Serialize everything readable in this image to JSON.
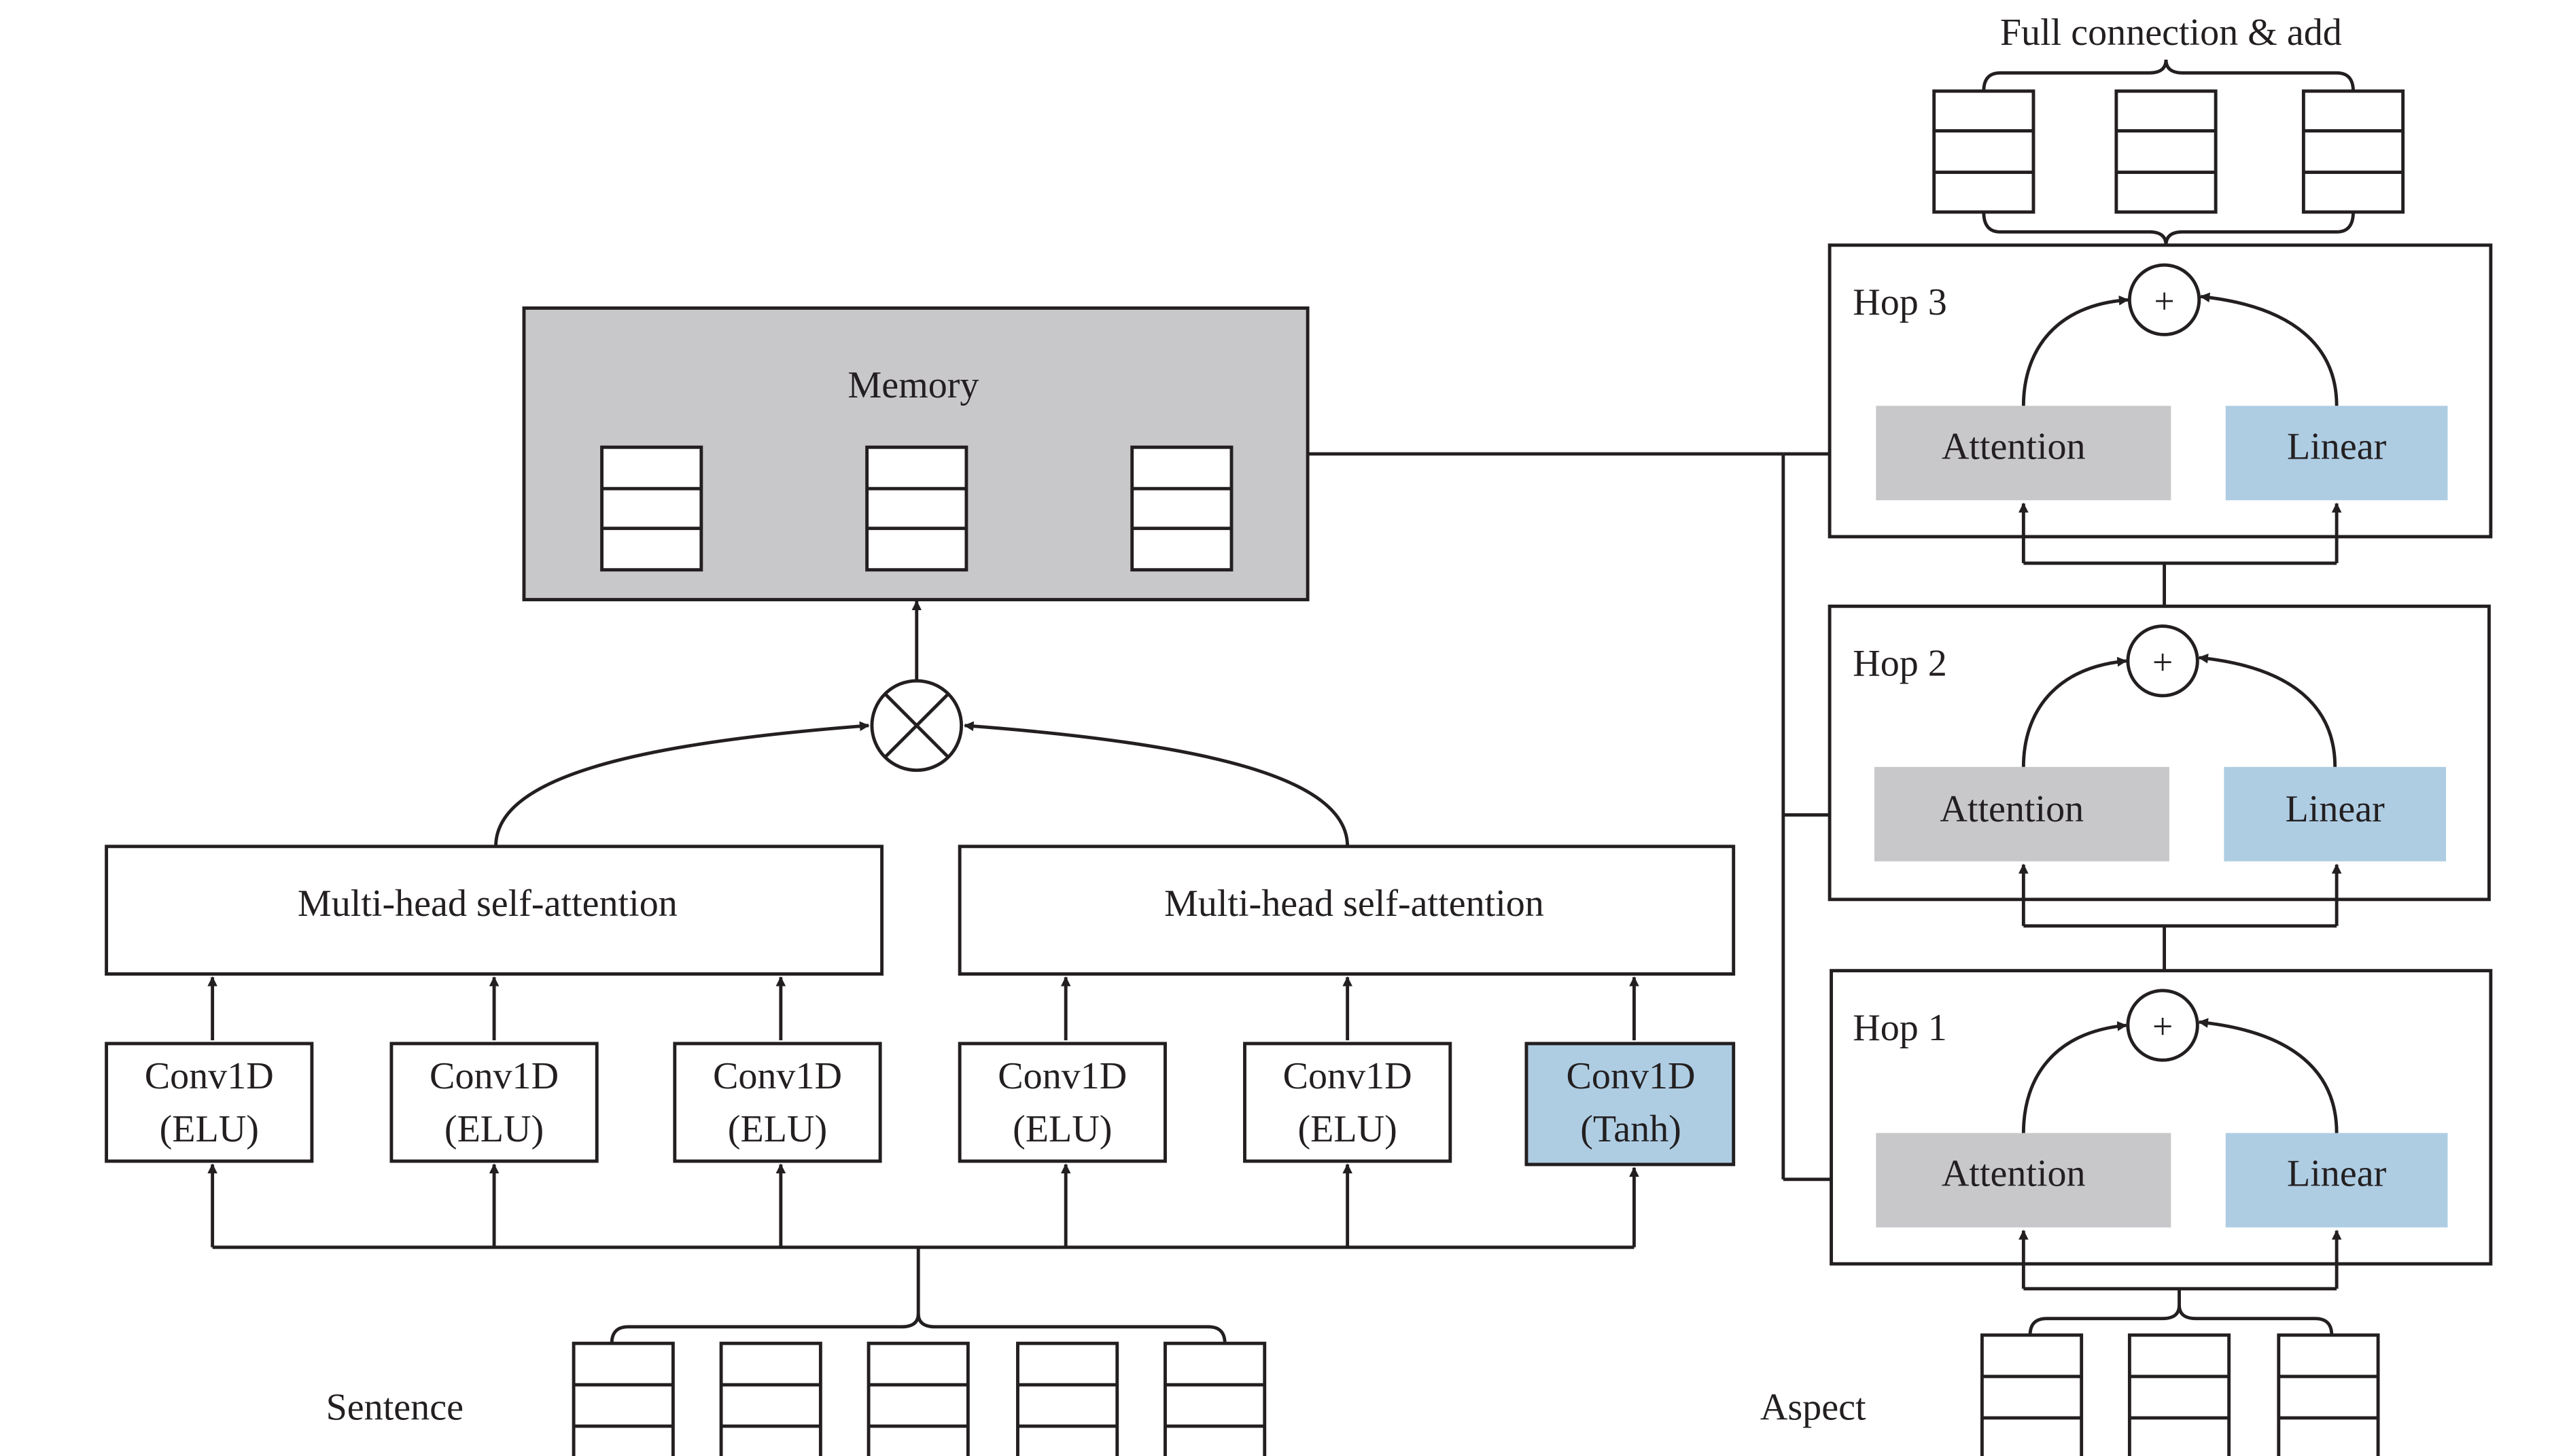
{
  "colors": {
    "memory_fill": "#c8c7ca",
    "attention_fill": "#c8c7ca",
    "linear_fill": "#aecde3",
    "tanh_fill": "#aecde3",
    "stroke": "#231f20"
  },
  "labels": {
    "full_connection": "Full connection & add",
    "memory": "Memory",
    "hop3": "Hop 3",
    "hop2": "Hop 2",
    "hop1": "Hop 1",
    "attention": "Attention",
    "linear": "Linear",
    "mhsa": "Multi-head self-attention",
    "conv1d": "Conv1D",
    "elu": "(ELU)",
    "tanh": "(Tanh)",
    "plus": "+",
    "sentence": "Sentence",
    "aspect": "Aspect"
  }
}
